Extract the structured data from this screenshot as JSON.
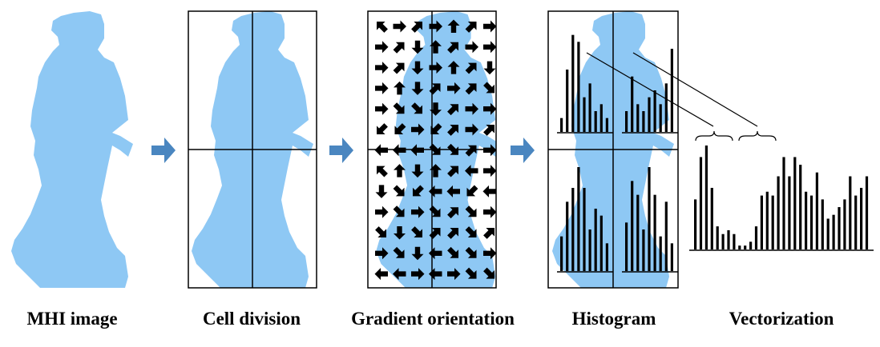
{
  "colors": {
    "silhouette": "#8ec8f4",
    "arrow": "#4a86c0",
    "ink": "#000000",
    "background": "#ffffff"
  },
  "labels": {
    "stage1": "MHI image",
    "stage2": "Cell division",
    "stage3": "Gradient orientation",
    "stage4": "Histogram",
    "stage5": "Vectorization"
  },
  "icons": {
    "flow_arrow": "right-arrow-icon",
    "gradient_arrow": "direction-arrow-icon"
  },
  "gradient_directions": [
    [
      "NW",
      "E",
      "NE",
      "E",
      "N",
      "NE",
      "E"
    ],
    [
      "E",
      "NE",
      "S",
      "N",
      "NE",
      "E",
      "E"
    ],
    [
      "E",
      "NE",
      "S",
      "E",
      "N",
      "NE",
      "S"
    ],
    [
      "E",
      "N",
      "S",
      "NE",
      "E",
      "NE",
      "SE"
    ],
    [
      "E",
      "SE",
      "SE",
      "S",
      "NE",
      "E",
      "E"
    ],
    [
      "SW",
      "SW",
      "E",
      "SW",
      "NE",
      "E",
      "NE"
    ],
    [
      "W",
      "W",
      "W",
      "SE",
      "SE",
      "NE",
      "E"
    ],
    [
      "NW",
      "N",
      "S",
      "N",
      "NE",
      "W",
      "E"
    ],
    [
      "S",
      "SE",
      "SW",
      "W",
      "W",
      "SW",
      "W"
    ],
    [
      "E",
      "SE",
      "E",
      "SE",
      "NE",
      "SE",
      "E"
    ],
    [
      "SE",
      "S",
      "SE",
      "NE",
      "NE",
      "SE",
      "NE"
    ],
    [
      "E",
      "SE",
      "S",
      "W",
      "SE",
      "SE",
      "E"
    ],
    [
      "W",
      "W",
      "E",
      "W",
      "E",
      "SE",
      "SE"
    ]
  ],
  "histograms": {
    "top_left": [
      2,
      9,
      14,
      13,
      5,
      7,
      3,
      4,
      2
    ],
    "top_right": [
      3,
      8,
      4,
      3,
      5,
      6,
      4,
      7,
      12
    ],
    "bottom_left": [
      5,
      10,
      12,
      15,
      12,
      6,
      9,
      8,
      4
    ],
    "bottom_right": [
      7,
      13,
      11,
      6,
      15,
      11,
      5,
      10,
      4
    ]
  },
  "vector_values": [
    13,
    24,
    27,
    16,
    6,
    4,
    5,
    4,
    1,
    1,
    2,
    6,
    14,
    15,
    14,
    19,
    24,
    19,
    24,
    22,
    15,
    14,
    20,
    13,
    8,
    9,
    11,
    13,
    19,
    14,
    16,
    19
  ]
}
